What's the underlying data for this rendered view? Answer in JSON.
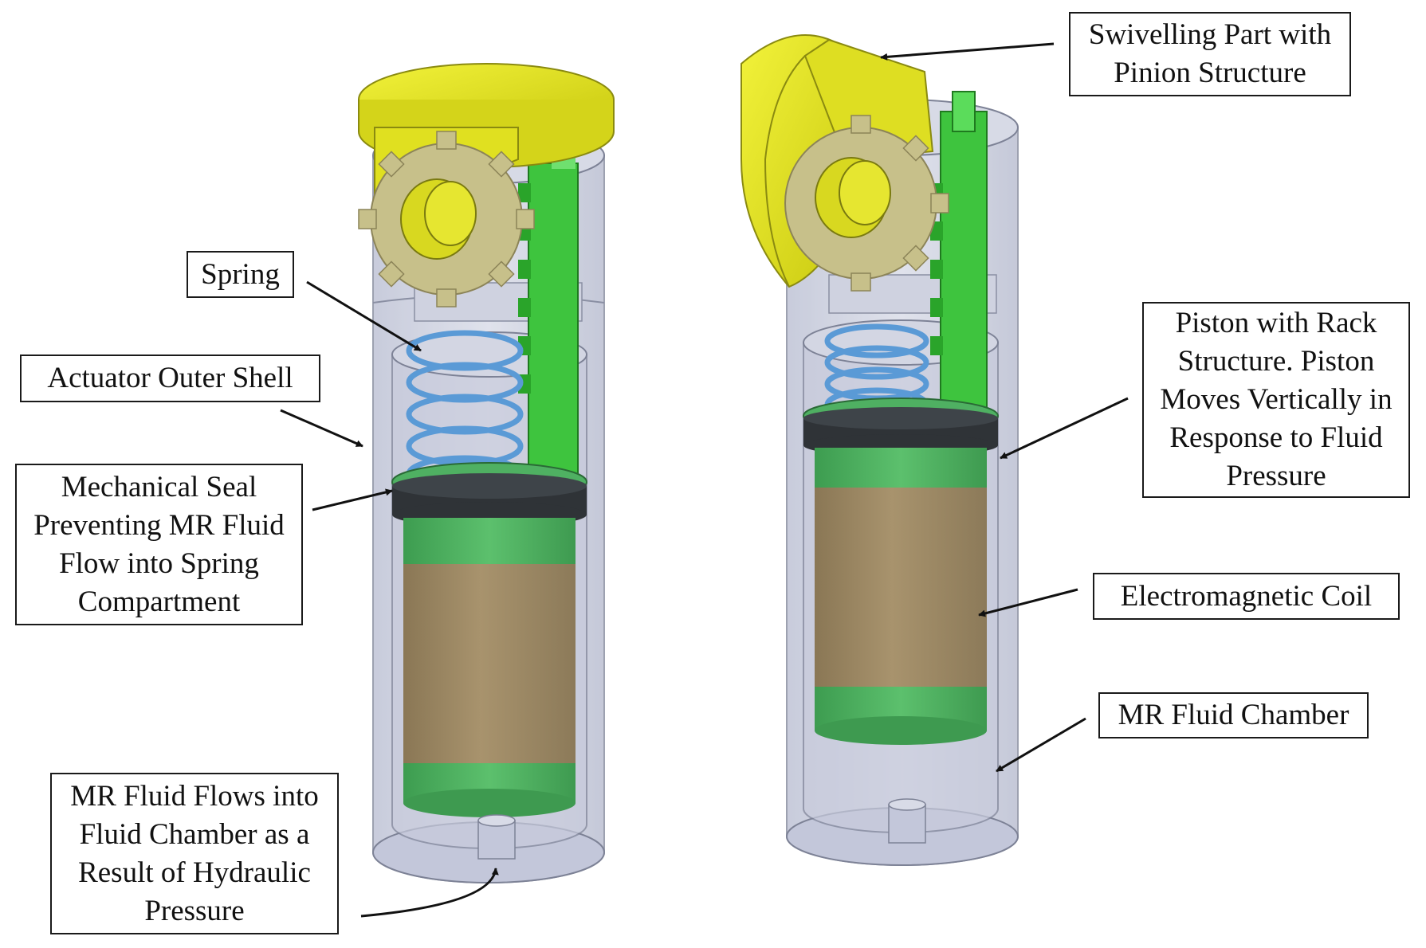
{
  "labels": {
    "swivelling": [
      "Swivelling Part with",
      "Pinion Structure"
    ],
    "spring": [
      "Spring"
    ],
    "outer_shell": [
      "Actuator Outer Shell"
    ],
    "seal": [
      "Mechanical Seal",
      "Preventing MR Fluid",
      "Flow into Spring",
      "Compartment"
    ],
    "piston": [
      "Piston with Rack",
      "Structure. Piston",
      "Moves Vertically in",
      "Response to Fluid",
      "Pressure"
    ],
    "coil": [
      "Electromagnetic Coil"
    ],
    "chamber": [
      "MR Fluid Chamber"
    ],
    "flow": [
      "MR Fluid Flows into",
      "Fluid Chamber as a",
      "Result of Hydraulic",
      "Pressure"
    ]
  },
  "colors": {
    "housing": "#c9cde0",
    "housing_edge": "#7d8296",
    "pinion_yellow": "#e6e622",
    "gear_khaki": "#c7c08a",
    "rack_green": "#3ec43e",
    "coil_brown": "#a08c68",
    "band_green": "#4fb062",
    "seal_dark": "#2f3337",
    "spring_blue": "#5a9ad6"
  }
}
